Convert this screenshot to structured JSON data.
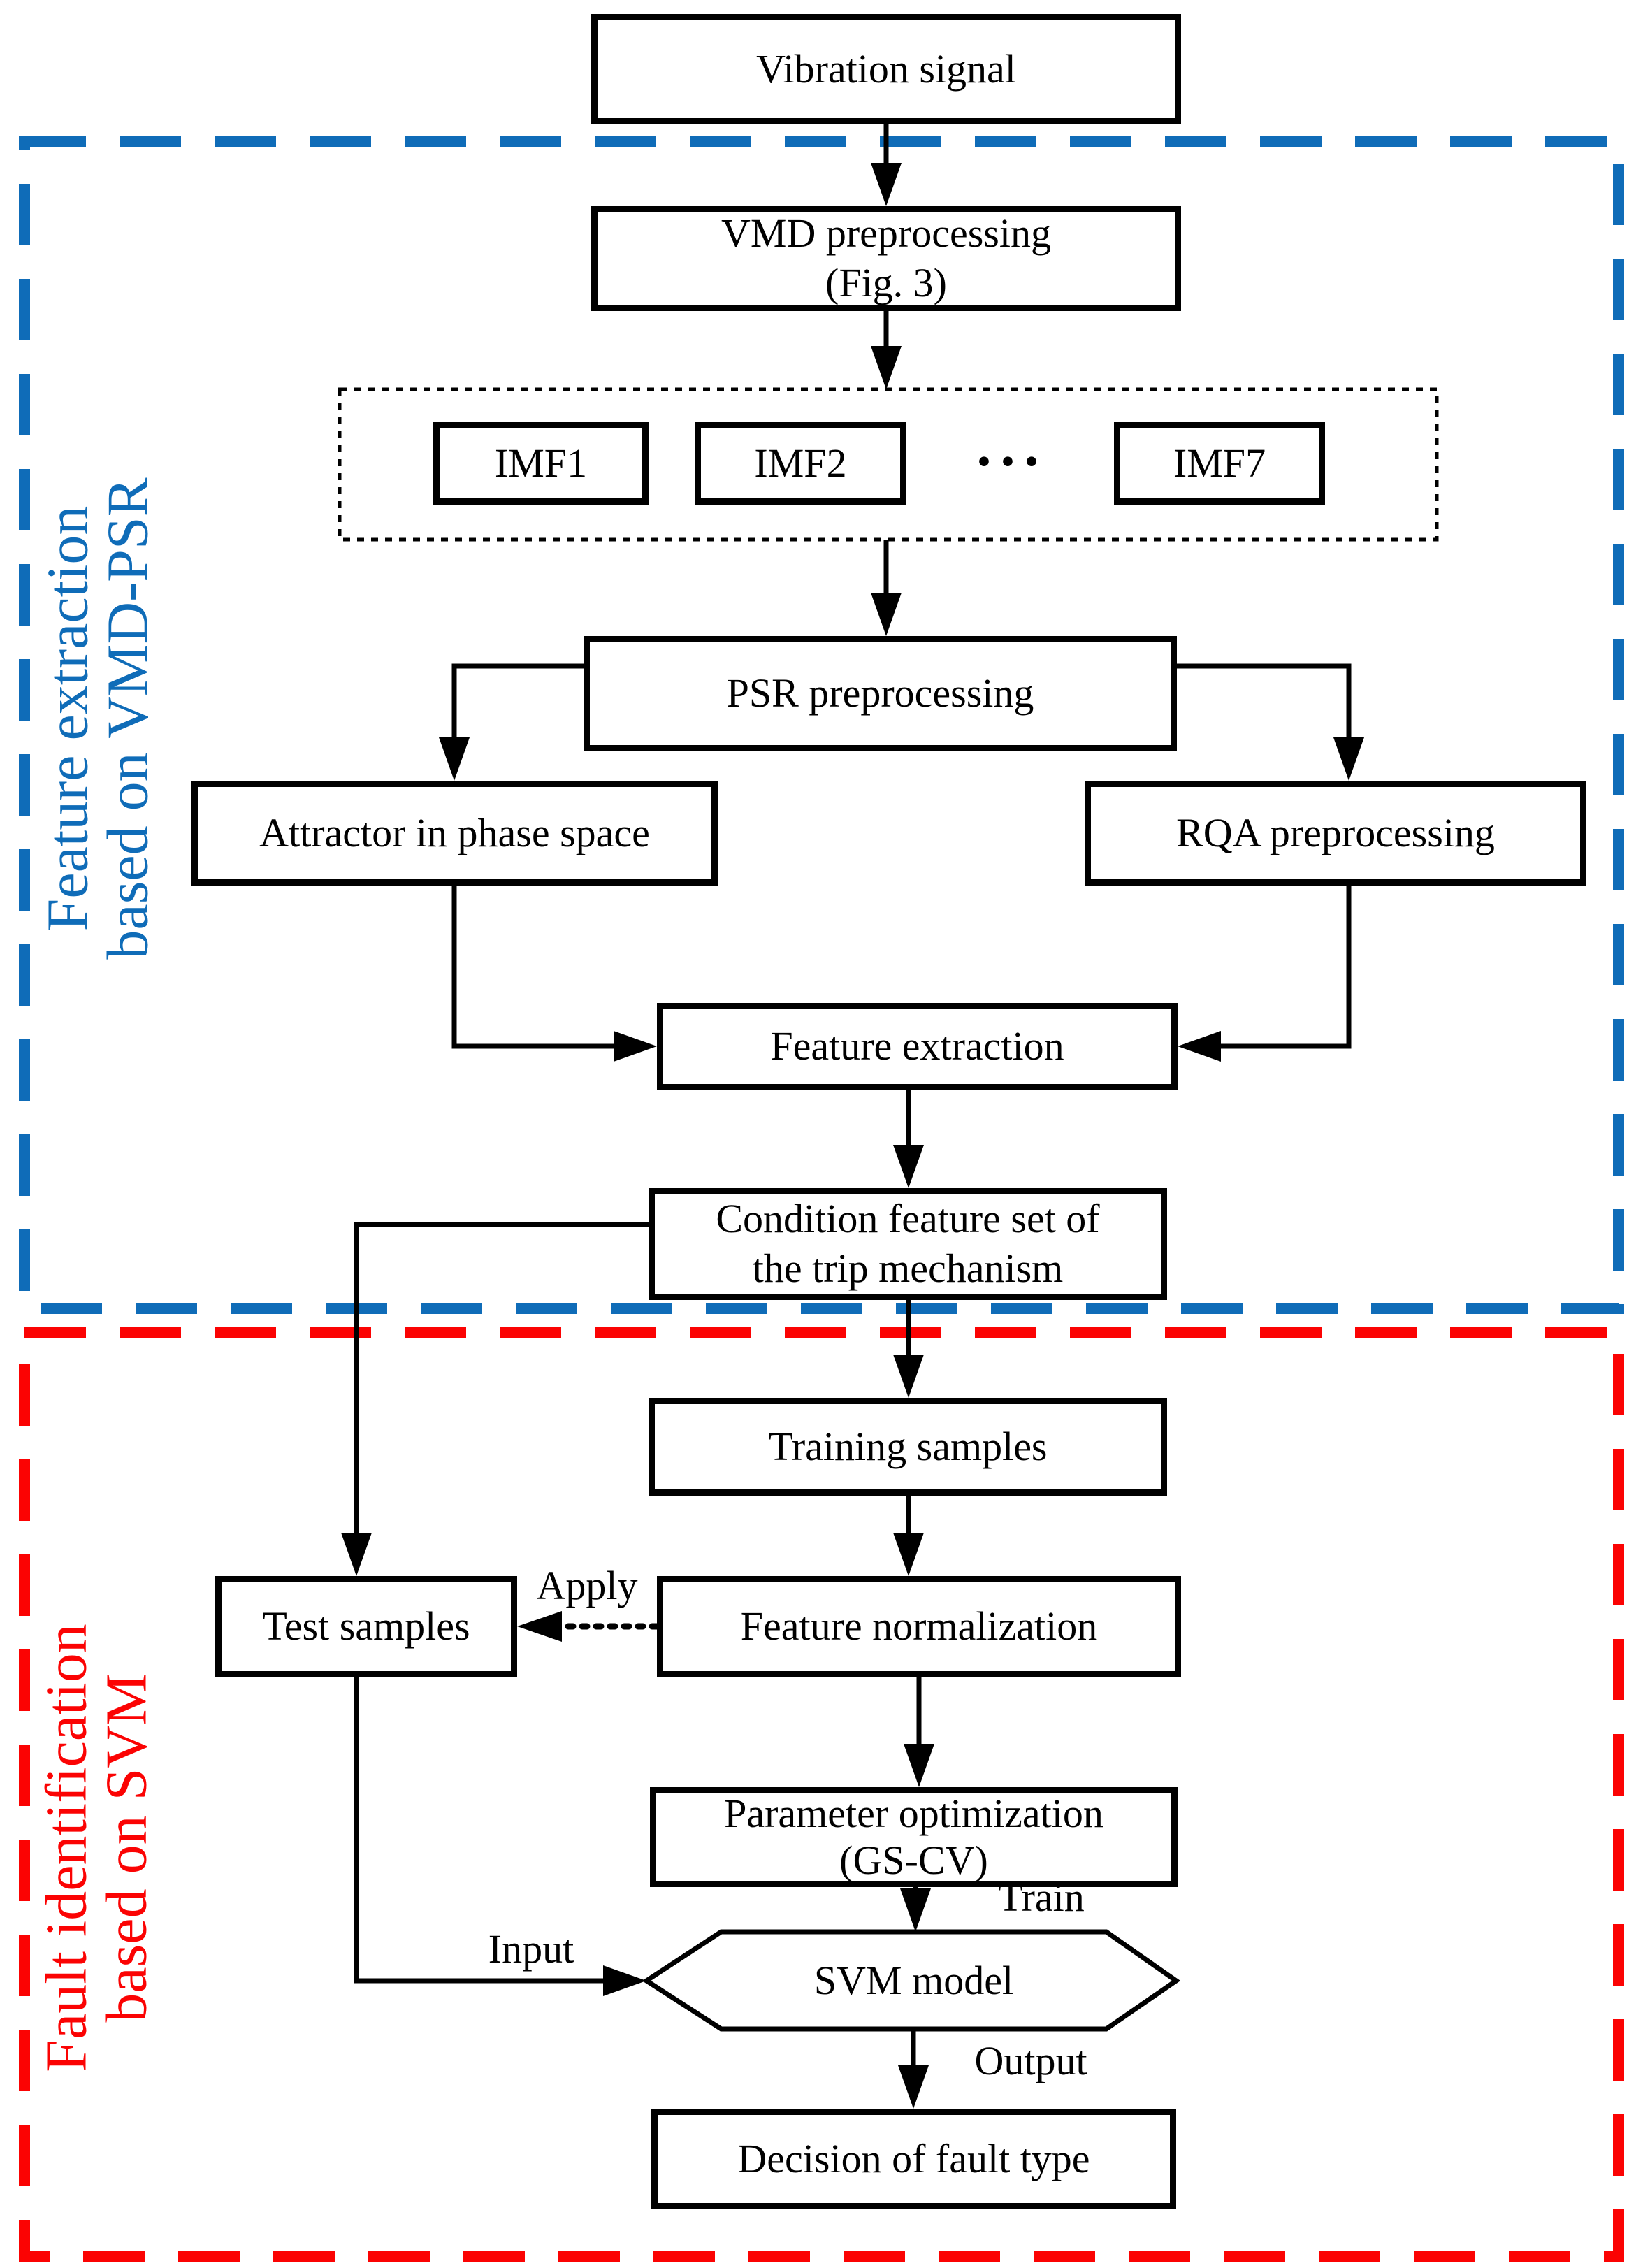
{
  "nodes": {
    "vibration_signal": {
      "label": "Vibration signal"
    },
    "vmd_preprocessing": {
      "line1": "VMD preprocessing",
      "line2": "(Fig. 3)"
    },
    "imf_group": {
      "imf1": "IMF1",
      "imf2": "IMF2",
      "ellipsis": "···",
      "imf7": "IMF7"
    },
    "psr_preprocessing": {
      "label": "PSR preprocessing"
    },
    "attractor_phase_space": {
      "label": "Attractor in phase space"
    },
    "rqa_preprocessing": {
      "label": "RQA preprocessing"
    },
    "feature_extraction": {
      "label": "Feature extraction"
    },
    "condition_feature_set": {
      "line1": "Condition feature set of",
      "line2": "the trip mechanism"
    },
    "training_samples": {
      "label": "Training samples"
    },
    "test_samples": {
      "label": "Test samples"
    },
    "feature_normalization": {
      "label": "Feature normalization"
    },
    "parameter_optimization": {
      "line1": "Parameter optimization",
      "line2": "(GS-CV)"
    },
    "svm_model": {
      "label": "SVM model"
    },
    "decision_fault_type": {
      "label": "Decision of fault type"
    }
  },
  "edge_labels": {
    "apply": "Apply",
    "train": "Train",
    "input": "Input",
    "output": "Output"
  },
  "regions": {
    "vmd_psr": {
      "line1": "Feature extraction",
      "line2": "based on VMD-PSR",
      "color": "#0f6cb8"
    },
    "svm": {
      "line1": "Fault identification",
      "line2": "based on SVM",
      "color": "#fb0303"
    }
  }
}
